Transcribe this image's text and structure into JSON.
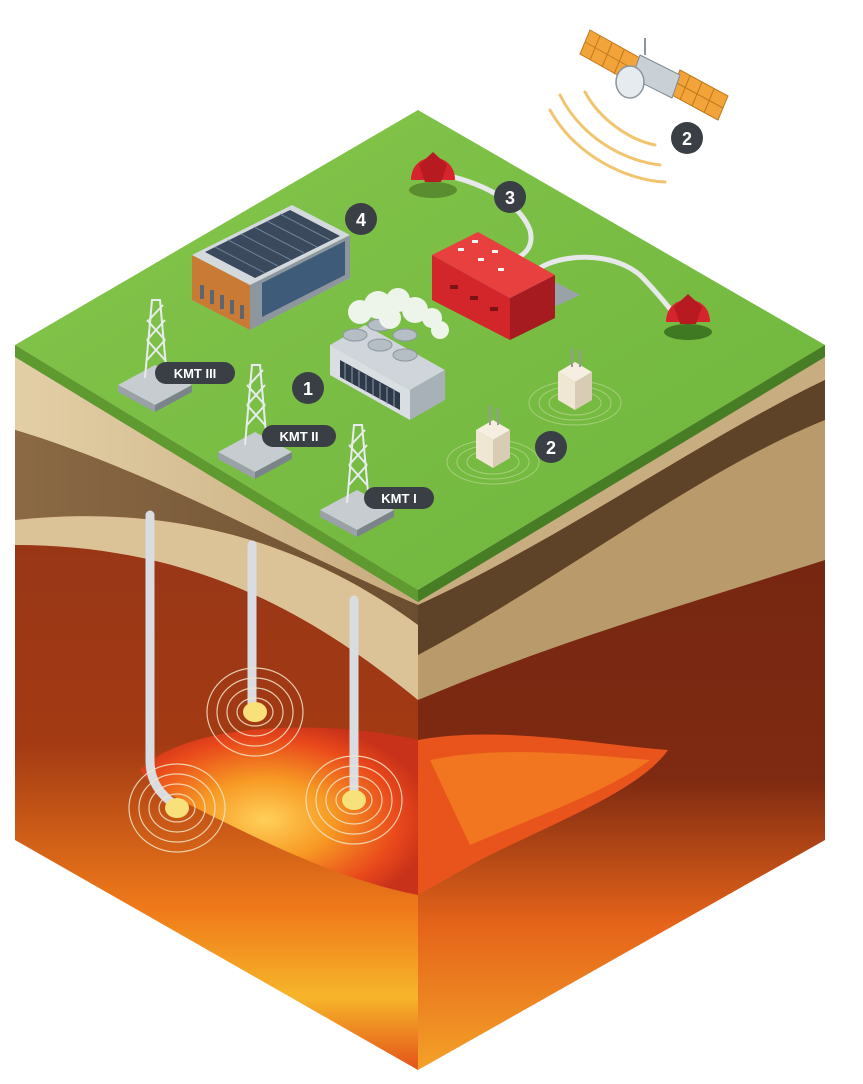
{
  "wells": [
    {
      "label": "KMT III"
    },
    {
      "label": "KMT II"
    },
    {
      "label": "KMT I"
    }
  ],
  "markers": {
    "wells": "1",
    "monitoring_satellite": "2",
    "monitoring_stations": "2",
    "pipeline": "3",
    "building": "4"
  },
  "colors": {
    "grass_top": "#7cc045",
    "grass_left": "#5a9a2e",
    "grass_right": "#3f7a22",
    "soil_light": "#d9c29a",
    "soil_dark": "#7a5a3a",
    "rock_red": "#8b2a14",
    "magma": "#f28a1e",
    "badge": "#3a3f46",
    "red_building": "#d3262b"
  }
}
